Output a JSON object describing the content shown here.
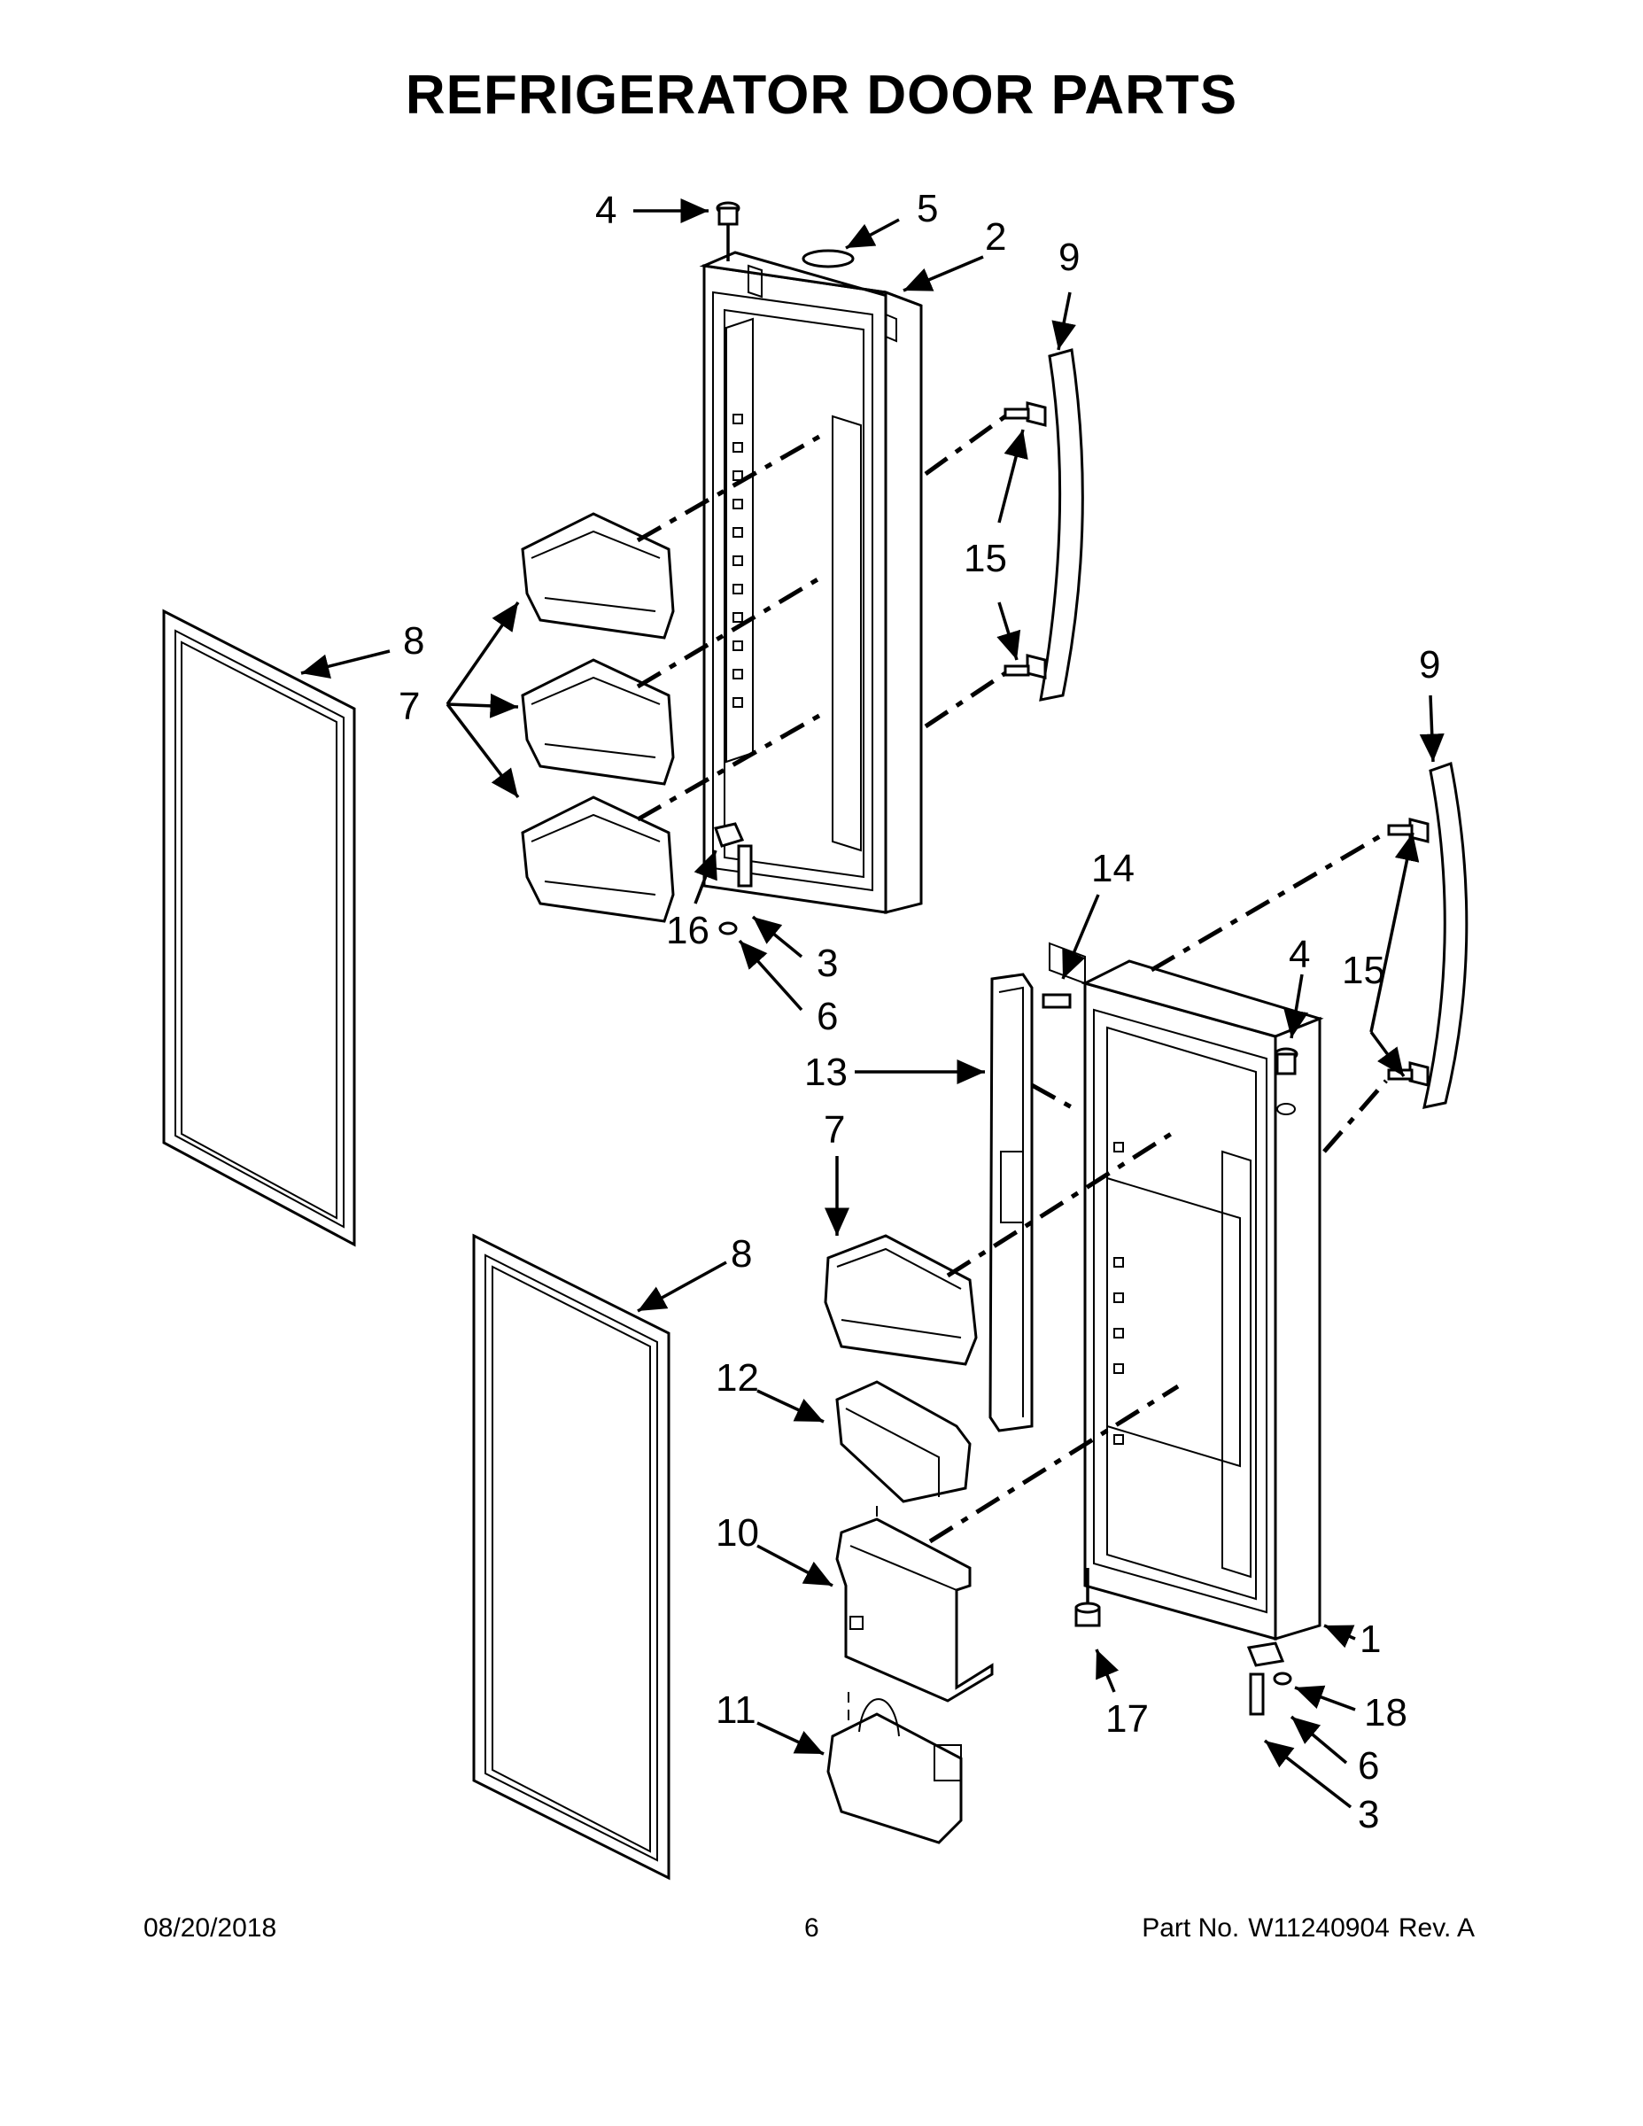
{
  "page": {
    "title": "REFRIGERATOR DOOR PARTS",
    "footer": {
      "date": "08/20/2018",
      "page_number": "6",
      "part_label": "Part No.",
      "part_number": "W11240904",
      "revision": "Rev. A"
    }
  },
  "callouts": {
    "c4_top": "4",
    "c5": "5",
    "c2": "2",
    "c9_top": "9",
    "c15_top": "15",
    "c8_top": "8",
    "c7_left": "7",
    "c16": "16",
    "c3_left": "3",
    "c6_left": "6",
    "c14": "14",
    "c9_right": "9",
    "c4_right": "4",
    "c15_right": "15",
    "c13": "13",
    "c7_right": "7",
    "c8_bottom": "8",
    "c12": "12",
    "c10": "10",
    "c11": "11",
    "c1": "1",
    "c18": "18",
    "c17": "17",
    "c6_right": "6",
    "c3_right": "3"
  }
}
